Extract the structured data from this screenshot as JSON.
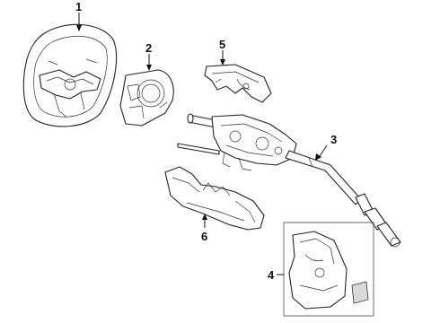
{
  "callouts": [
    {
      "id": "steering-wheel",
      "number": "1"
    },
    {
      "id": "airbag-cover",
      "number": "2"
    },
    {
      "id": "steering-column",
      "number": "3"
    },
    {
      "id": "knee-bolster",
      "number": "4"
    },
    {
      "id": "upper-column-cover",
      "number": "5"
    },
    {
      "id": "lower-column-cover",
      "number": "6"
    }
  ],
  "colors": {
    "line": "#222222",
    "background": "#ffffff",
    "shade": "#d9d9d9"
  }
}
